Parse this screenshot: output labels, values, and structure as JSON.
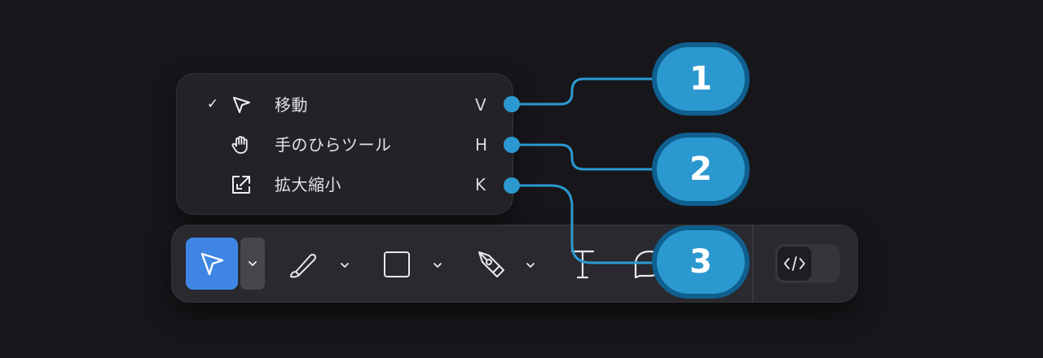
{
  "menu": {
    "items": [
      {
        "label": "移動",
        "shortcut": "V",
        "checked": "✓",
        "icon": "cursor-arrow-icon"
      },
      {
        "label": "手のひらツール",
        "shortcut": "H",
        "checked": "",
        "icon": "hand-icon"
      },
      {
        "label": "拡大縮小",
        "shortcut": "K",
        "checked": "",
        "icon": "scale-icon"
      }
    ]
  },
  "toolbar": {
    "tools": [
      {
        "name": "move-tool",
        "icon": "cursor-arrow-icon",
        "active": true
      },
      {
        "name": "brush-tool",
        "icon": "brush-icon"
      },
      {
        "name": "shape-tool",
        "icon": "square-icon"
      },
      {
        "name": "pen-tool",
        "icon": "pen-nib-icon"
      },
      {
        "name": "text-tool",
        "icon": "text-icon"
      },
      {
        "name": "comment-tool",
        "icon": "comment-icon"
      },
      {
        "name": "dev-mode-toggle",
        "icon": "code-icon"
      }
    ]
  },
  "callouts": [
    "1",
    "2",
    "3"
  ],
  "colors": {
    "accent": "#3f86e4",
    "callout_fill": "#2b99d0",
    "callout_border": "#0f5f8f",
    "menu_bg": "#232227",
    "toolbar_bg": "#2a292f"
  }
}
